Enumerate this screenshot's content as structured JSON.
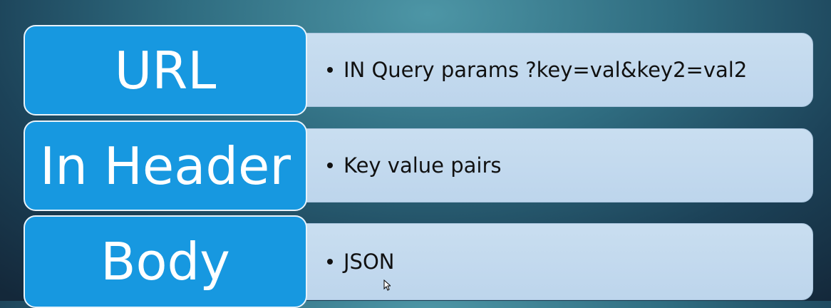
{
  "slide": {
    "rows": [
      {
        "label": "URL",
        "detail": "IN Query params ?key=val&key2=val2"
      },
      {
        "label": "In Header",
        "detail": "Key value pairs"
      },
      {
        "label": "Body",
        "detail": "JSON"
      }
    ]
  },
  "colors": {
    "label_fill": "#1798e0",
    "label_border": "#e8f3fb",
    "detail_fill": "#c9def0",
    "background_center": "#4d96a6",
    "background_edge": "#14283a"
  },
  "icons": {
    "bullet": "bullet-dot",
    "cursor": "mouse-pointer-icon"
  }
}
